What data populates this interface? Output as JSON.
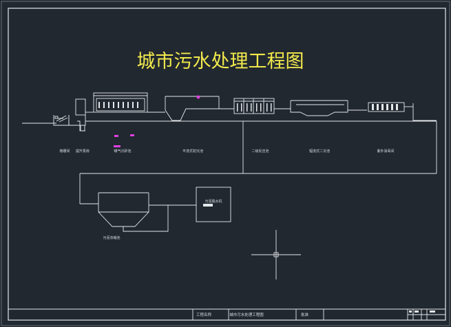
{
  "drawing": {
    "title": "城市污水处理工程图",
    "background_color": "#212830",
    "line_color": "#e6e9ec",
    "title_color": "#f2e94c",
    "marker_color": "#e040e0"
  },
  "process_labels": {
    "screen_well": "格栅间",
    "lift_pump": "提升泵房",
    "aeration_grit": "曝气沉砂池",
    "primary_clarifier": "平流式初沉池",
    "secondary_bio": "二级反应池",
    "secondary_clarifier": "辐流式二沉池",
    "uv": "紫外消毒间",
    "sludge_thickener": "污泥浓缩池",
    "sludge_dewatering": "污泥脱水机"
  },
  "title_block": {
    "project_label": "工程名称",
    "drawing_name": "城市污水处理工程图",
    "remark": "批准"
  }
}
